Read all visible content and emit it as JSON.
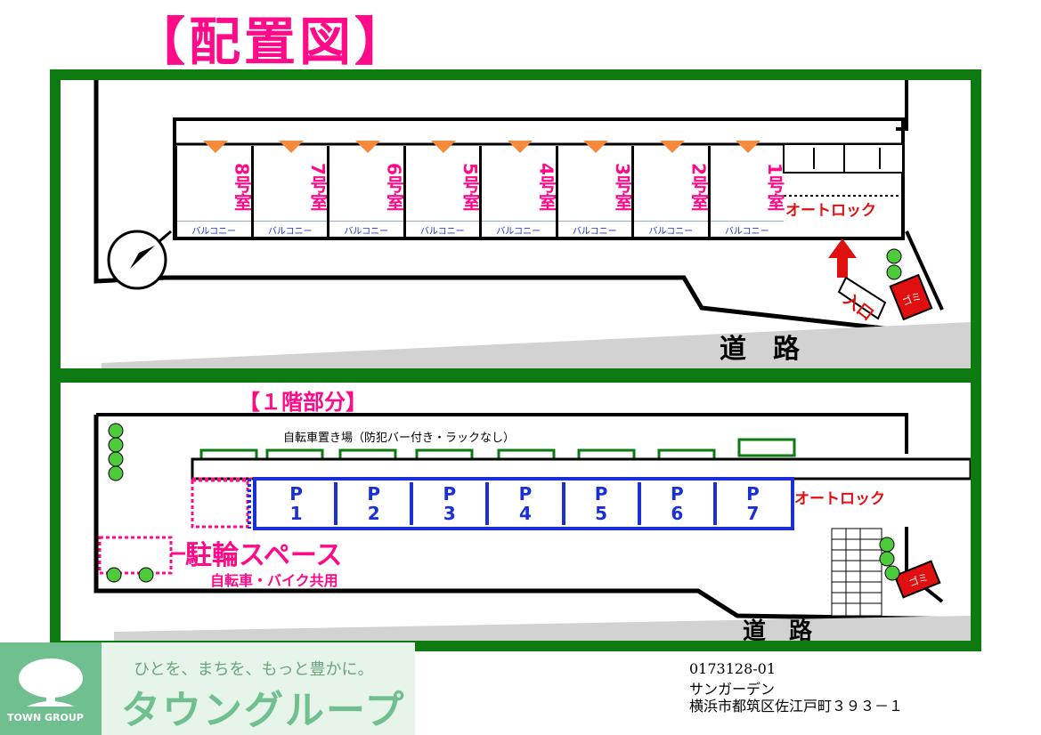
{
  "title": "【配置図】",
  "upper_plan": {
    "rooms": [
      {
        "label": "8号室",
        "balcony": "バルコニー"
      },
      {
        "label": "7号室",
        "balcony": "バルコニー"
      },
      {
        "label": "6号室",
        "balcony": "バルコニー"
      },
      {
        "label": "5号室",
        "balcony": "バルコニー"
      },
      {
        "label": "4号室",
        "balcony": "バルコニー"
      },
      {
        "label": "3号室",
        "balcony": "バルコニー"
      },
      {
        "label": "2号室",
        "balcony": "バルコニー"
      },
      {
        "label": "1号室",
        "balcony": "バルコニー"
      }
    ],
    "autolock": "オートロック",
    "entrance": "入口",
    "garbage": "ゴミ",
    "road": "道　路"
  },
  "lower_plan": {
    "floor_label": "【１階部分】",
    "bike_storage": "自転車置き場（防犯バー付き・ラックなし）",
    "parking": [
      "P1",
      "P2",
      "P3",
      "P4",
      "P5",
      "P6",
      "P7"
    ],
    "autolock": "オートロック",
    "bicycle_space": "駐輪スペース",
    "bicycle_space_note": "自転車・バイク共用",
    "garbage": "ゴミ",
    "road": "道　路"
  },
  "footer": {
    "tagline": "ひとを、まちを、もっと豊かに。",
    "brand": "タウングループ",
    "brand_en": "TOWN GROUP",
    "property_id": "0173128-01",
    "property_name": "サンガーデン",
    "address": "横浜市都筑区佐江戸町３９３－１"
  },
  "colors": {
    "frame_green": "#0e7a12",
    "title_pink": "#ff0a88",
    "parking_blue": "#1a2fd6",
    "autolock_red": "#e01010",
    "brand_green": "#6fc08e"
  }
}
